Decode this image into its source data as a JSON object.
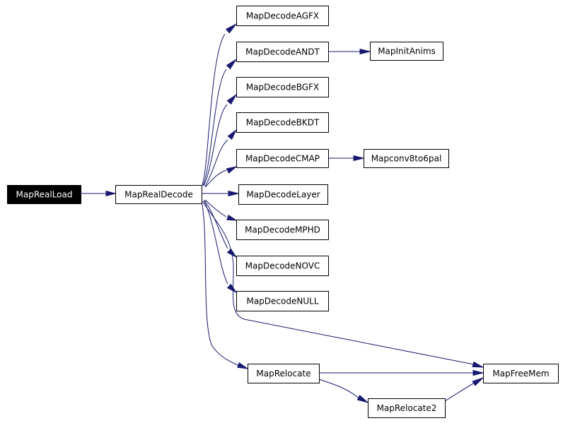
{
  "graph": {
    "nodes": [
      {
        "id": "MapRealLoad",
        "label": "MapRealLoad",
        "root": true
      },
      {
        "id": "MapRealDecode",
        "label": "MapRealDecode"
      },
      {
        "id": "MapDecodeAGFX",
        "label": "MapDecodeAGFX"
      },
      {
        "id": "MapDecodeANDT",
        "label": "MapDecodeANDT"
      },
      {
        "id": "MapInitAnims",
        "label": "MapInitAnims"
      },
      {
        "id": "MapDecodeBGFX",
        "label": "MapDecodeBGFX"
      },
      {
        "id": "MapDecodeBKDT",
        "label": "MapDecodeBKDT"
      },
      {
        "id": "MapDecodeCMAP",
        "label": "MapDecodeCMAP"
      },
      {
        "id": "Mapconv8to6pal",
        "label": "Mapconv8to6pal"
      },
      {
        "id": "MapDecodeLayer",
        "label": "MapDecodeLayer"
      },
      {
        "id": "MapDecodeMPHD",
        "label": "MapDecodeMPHD"
      },
      {
        "id": "MapDecodeNOVC",
        "label": "MapDecodeNOVC"
      },
      {
        "id": "MapDecodeNULL",
        "label": "MapDecodeNULL"
      },
      {
        "id": "MapRelocate",
        "label": "MapRelocate"
      },
      {
        "id": "MapFreeMem",
        "label": "MapFreeMem"
      },
      {
        "id": "MapRelocate2",
        "label": "MapRelocate2"
      }
    ],
    "edges": [
      {
        "from": "MapRealLoad",
        "to": "MapRealDecode"
      },
      {
        "from": "MapRealDecode",
        "to": "MapDecodeAGFX"
      },
      {
        "from": "MapRealDecode",
        "to": "MapDecodeANDT"
      },
      {
        "from": "MapRealDecode",
        "to": "MapDecodeBGFX"
      },
      {
        "from": "MapRealDecode",
        "to": "MapDecodeBKDT"
      },
      {
        "from": "MapRealDecode",
        "to": "MapDecodeCMAP"
      },
      {
        "from": "MapRealDecode",
        "to": "MapDecodeLayer"
      },
      {
        "from": "MapRealDecode",
        "to": "MapDecodeMPHD"
      },
      {
        "from": "MapRealDecode",
        "to": "MapDecodeNOVC"
      },
      {
        "from": "MapRealDecode",
        "to": "MapDecodeNULL"
      },
      {
        "from": "MapRealDecode",
        "to": "MapFreeMem"
      },
      {
        "from": "MapRealDecode",
        "to": "MapRelocate"
      },
      {
        "from": "MapDecodeANDT",
        "to": "MapInitAnims"
      },
      {
        "from": "MapDecodeCMAP",
        "to": "Mapconv8to6pal"
      },
      {
        "from": "MapRelocate",
        "to": "MapFreeMem"
      },
      {
        "from": "MapRelocate",
        "to": "MapRelocate2"
      },
      {
        "from": "MapRelocate2",
        "to": "MapFreeMem"
      }
    ],
    "colors": {
      "edge": "#191970",
      "node_border": "#000000",
      "node_fill": "#ffffff",
      "root_fill": "#000000",
      "root_text": "#ffffff"
    }
  }
}
